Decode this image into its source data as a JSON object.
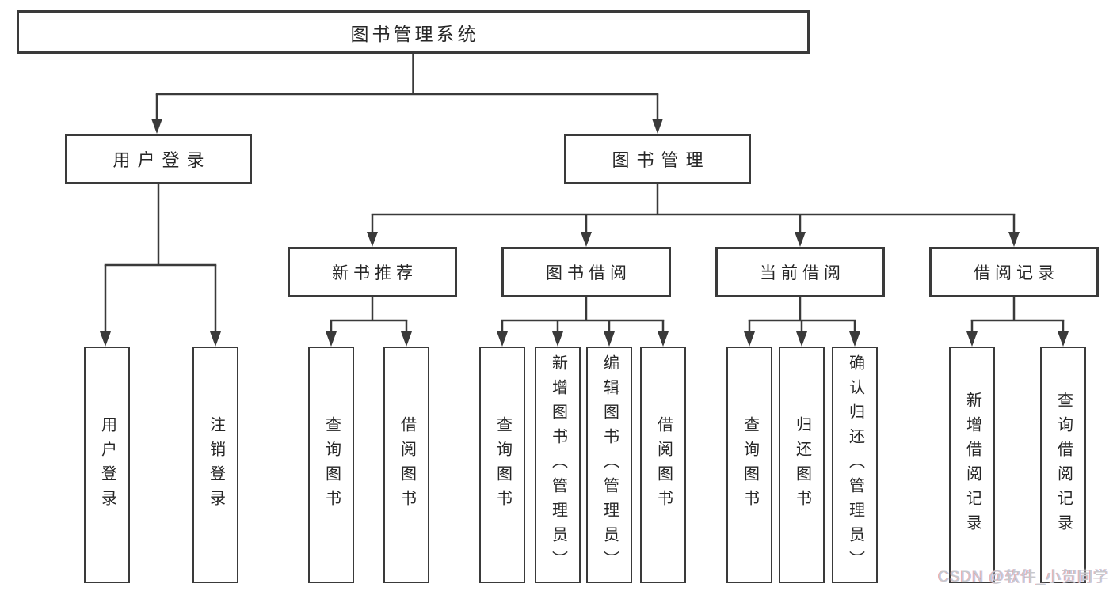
{
  "nodes": {
    "root": "图书管理系统",
    "user_login": "用户登录",
    "book_management": "图书管理",
    "new_book_recommendation": "新书推荐",
    "book_borrowing": "图书借阅",
    "current_borrowing": "当前借阅",
    "borrowing_records": "借阅记录"
  },
  "leaves": {
    "user_login": [
      "用户登录",
      "注销登录"
    ],
    "new_book_recommendation": [
      "查询图书",
      "借阅图书"
    ],
    "book_borrowing": [
      "查询图书",
      "新增图书（管理员）",
      "编辑图书（管理员）",
      "借阅图书"
    ],
    "current_borrowing": [
      "查询图书",
      "归还图书",
      "确认归还（管理员）"
    ],
    "borrowing_records": [
      "新增借阅记录",
      "查询借阅记录"
    ]
  },
  "watermark": {
    "text": "CSDN @软件_小贺同学"
  },
  "colors": {
    "line": "#3a3a3a",
    "text": "#262626",
    "background": "#ffffff",
    "watermark": "#c6c9cd"
  }
}
